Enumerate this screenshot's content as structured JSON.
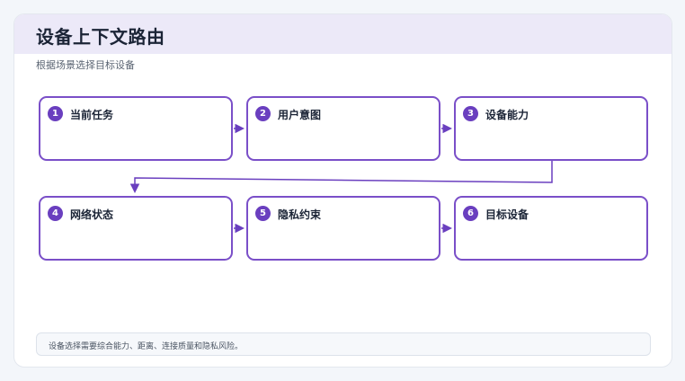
{
  "title": "设备上下文路由",
  "subtitle": "根据场景选择目标设备",
  "steps": [
    {
      "number": "1",
      "label": "当前任务"
    },
    {
      "number": "2",
      "label": "用户意图"
    },
    {
      "number": "3",
      "label": "设备能力"
    },
    {
      "number": "4",
      "label": "网络状态"
    },
    {
      "number": "5",
      "label": "隐私约束"
    },
    {
      "number": "6",
      "label": "目标设备"
    }
  ],
  "footer": "设备选择需要综合能力、距离、连接质量和隐私风险。",
  "colors": {
    "accent": "#6a3fbf",
    "border": "#7a4fc8",
    "header_bg": "#ece9f8"
  }
}
